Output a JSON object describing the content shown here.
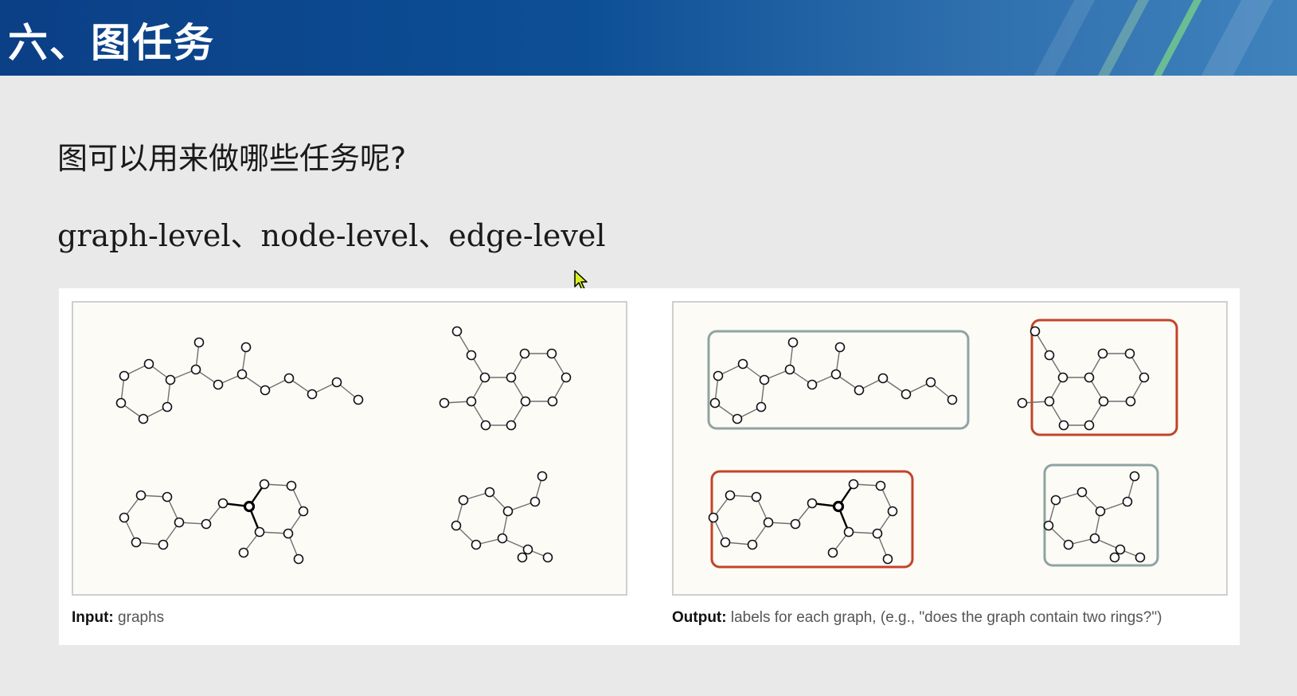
{
  "slide": {
    "title": "六、图任务",
    "question": "图可以用来做哪些任务呢?",
    "levels": "graph-level、node-level、edge-level"
  },
  "figure": {
    "input_caption_bold": "Input:",
    "input_caption_text": " graphs",
    "output_caption_bold": "Output:",
    "output_caption_text": " labels for each graph, (e.g., \"does the graph contain two rings?\")",
    "colors": {
      "ring_label_yes": "#c2442a",
      "ring_label_no": "#8fa3a3",
      "title_bar": "#0b3f86"
    },
    "output_labels": [
      "no-two-rings",
      "two-rings",
      "two-rings",
      "no-two-rings"
    ]
  }
}
